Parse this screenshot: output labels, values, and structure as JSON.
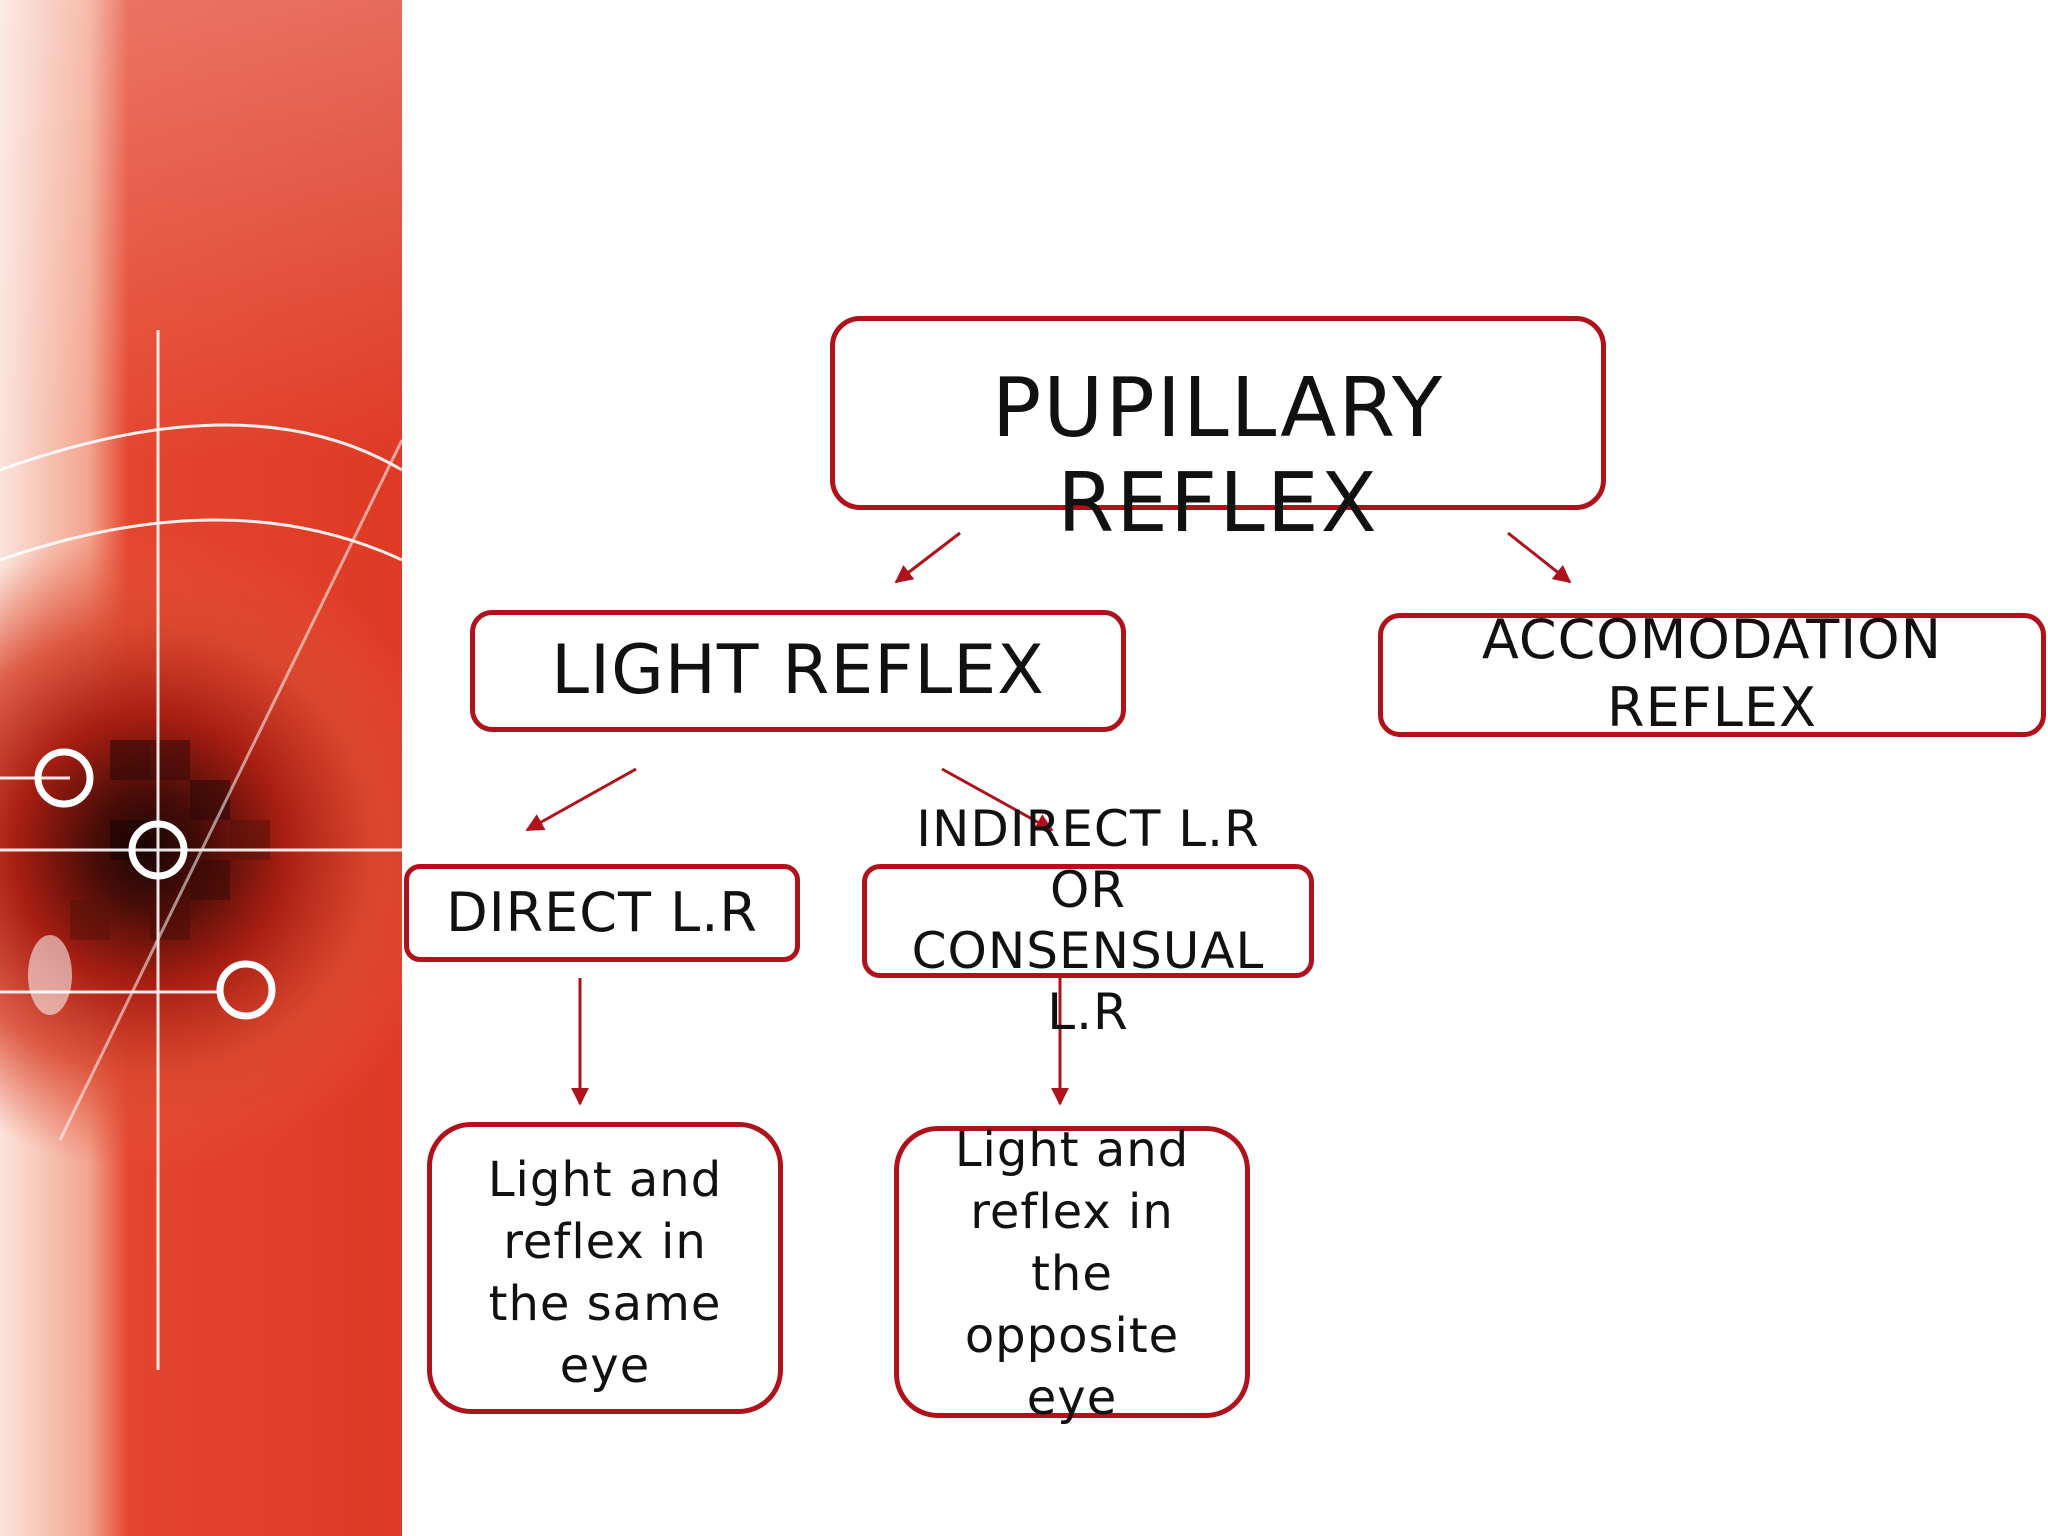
{
  "diagram": {
    "root": {
      "label": "PUPILLARY REFLEX"
    },
    "light_reflex": {
      "label": "LIGHT REFLEX"
    },
    "accommodation_reflex": {
      "label": "ACCOMODATION\nREFLEX"
    },
    "direct_lr": {
      "label": "DIRECT L.R"
    },
    "indirect_lr": {
      "label": "INDIRECT L.R\nOR\nCONSENSUAL\nL.R"
    },
    "same_eye": {
      "label": "Light and\nreflex in\nthe same\neye"
    },
    "opposite_eye": {
      "label": "Light and\nreflex in\nthe\nopposite\neye"
    }
  },
  "colors": {
    "accent": "#b0121b",
    "side_band_red": "#e03a2a",
    "text": "#111111"
  }
}
